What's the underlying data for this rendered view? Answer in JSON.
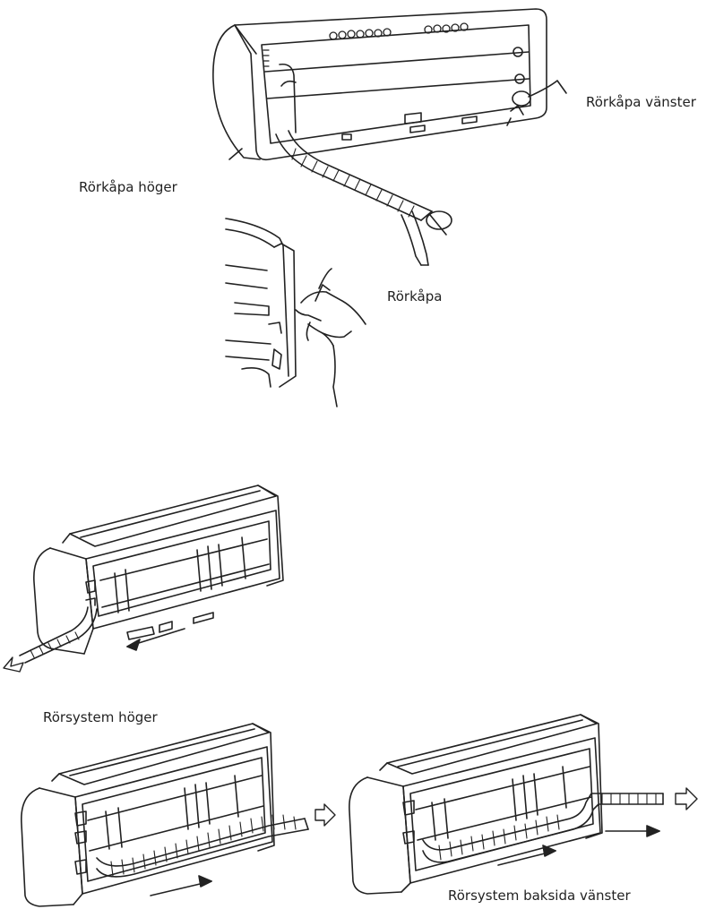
{
  "labels": {
    "pipe_cover_left": "Rörkåpa vänster",
    "pipe_cover_right": "Rörkåpa höger",
    "pipe_cover": "Rörkåpa",
    "piping_right": "Rörsystem höger",
    "piping_back_left": "Rörsystem baksida vänster"
  },
  "colors": {
    "line": "#222222",
    "background": "#ffffff"
  }
}
